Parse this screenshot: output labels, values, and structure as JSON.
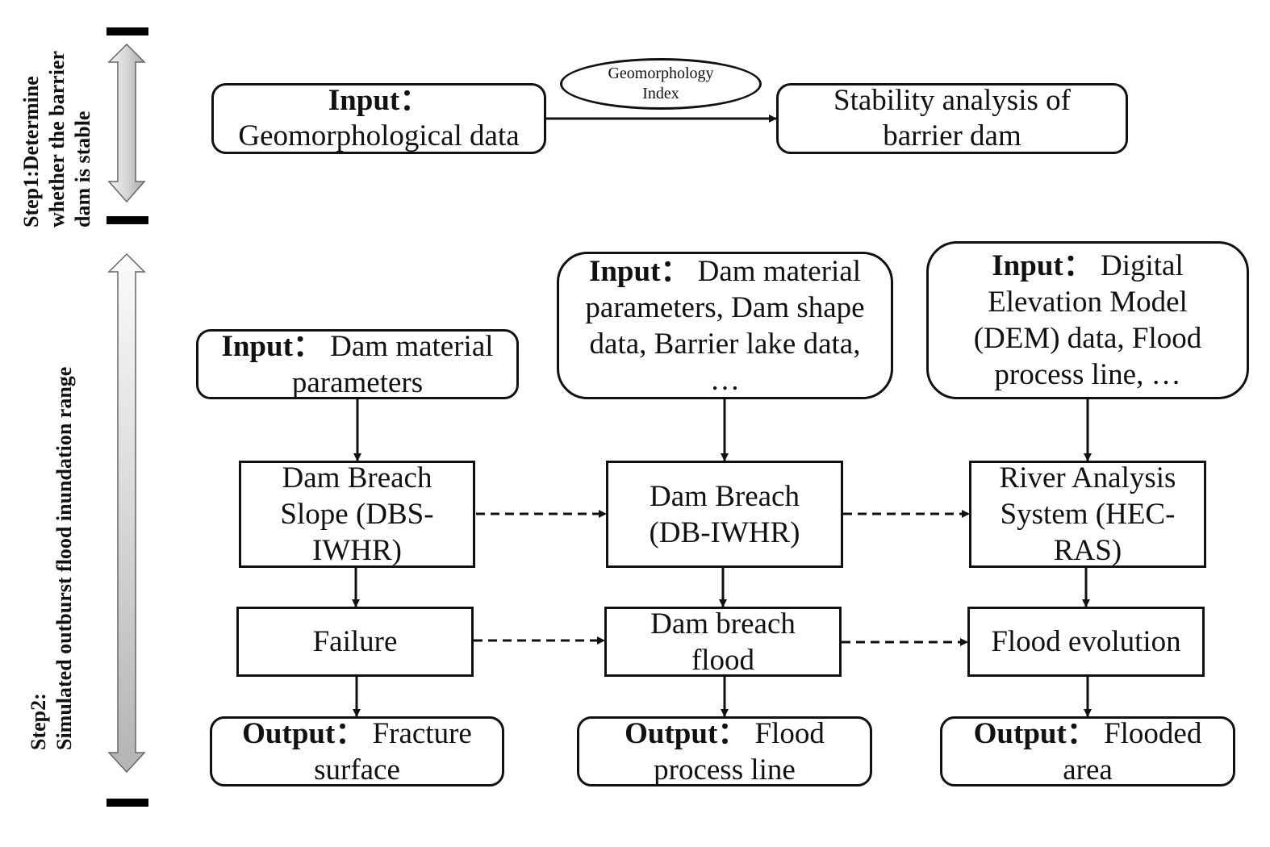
{
  "step1": {
    "label_lines": [
      "Step1:Determine",
      "whether the barrier",
      "dam is stable"
    ],
    "input_box": {
      "bold": "Input：",
      "text": "Geomorphological data"
    },
    "connector_label": [
      "Geomorphology",
      "Index"
    ],
    "stability_box": [
      "Stability analysis of",
      "barrier dam"
    ]
  },
  "step2": {
    "label_lines": [
      "Step2:",
      "Simulated outburst flood inundation  range"
    ],
    "columns": [
      {
        "input_bold": "Input：",
        "input_text": " Dam material parameters",
        "model": "Dam Breach Slope (DBS-IWHR)",
        "result": "Failure",
        "output_bold": "Output：",
        "output_text": " Fracture surface"
      },
      {
        "input_bold": "Input：",
        "input_text": " Dam material parameters, Dam shape data, Barrier lake data, …",
        "model": "Dam Breach (DB-IWHR)",
        "result": "Dam breach flood",
        "output_bold": "Output：",
        "output_text": " Flood process line"
      },
      {
        "input_bold": "Input：",
        "input_text": " Digital Elevation Model (DEM) data, Flood process line, …",
        "model": "River Analysis System (HEC-RAS)",
        "result": "Flood evolution",
        "output_bold": "Output：",
        "output_text": " Flooded area"
      }
    ]
  }
}
